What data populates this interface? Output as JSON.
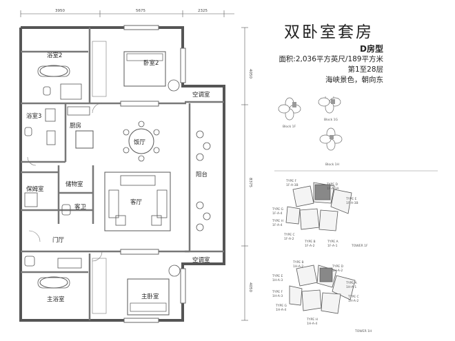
{
  "title": "双卧室套房",
  "unit": {
    "type": "D房型",
    "area": "面积:2,036平方英尺/189平方米",
    "floors": "第1至28层",
    "view": "海峡景色，朝向东"
  },
  "dimensions": {
    "top": [
      "3950",
      "5675",
      "2325"
    ],
    "right": [
      "4050",
      "8375",
      "4050"
    ]
  },
  "rooms": {
    "bath2": "浴室2",
    "bedroom2": "卧室2",
    "ac_top": "空调室",
    "bath3": "浴室3",
    "kitchen": "厨房",
    "dining": "饭厅",
    "balcony": "阳台",
    "maid": "保姆室",
    "storage": "储物室",
    "guest_wc": "客卫",
    "living": "客厅",
    "foyer": "门厅",
    "ac_bottom": "空调室",
    "master_bath": "主浴室",
    "master_bed": "主卧室"
  },
  "key_plans": {
    "blocks": [
      "Block 1F",
      "Block 1G",
      "Block 1H"
    ],
    "tower1f": {
      "caption": "TOWER 1F",
      "highlight": "TYPE D",
      "highlight_sub": "1F-A-3A",
      "labels": [
        "TYPE F",
        "1F-A-3B",
        "TYPE E",
        "1F-A-3B",
        "TYPE C",
        "1F-A-2",
        "TYPE B",
        "1F-A-2",
        "TYPE A",
        "1F-A-1",
        "TYPE G",
        "1F-A-4",
        "TYPE H",
        "1F-A-4"
      ]
    },
    "tower1h": {
      "caption": "TOWER 1H",
      "highlight": "TYPE D",
      "highlight_sub": "1H-A-2",
      "labels": [
        "TYPE B",
        "1H-A-2",
        "TYPE E",
        "1H-A-3",
        "TYPE F",
        "1H-A-3",
        "TYPE A",
        "1H-A-1",
        "TYPE C",
        "1H-A-2",
        "TYPE G",
        "1H-A-4",
        "TYPE H",
        "1H-A-4"
      ]
    }
  }
}
